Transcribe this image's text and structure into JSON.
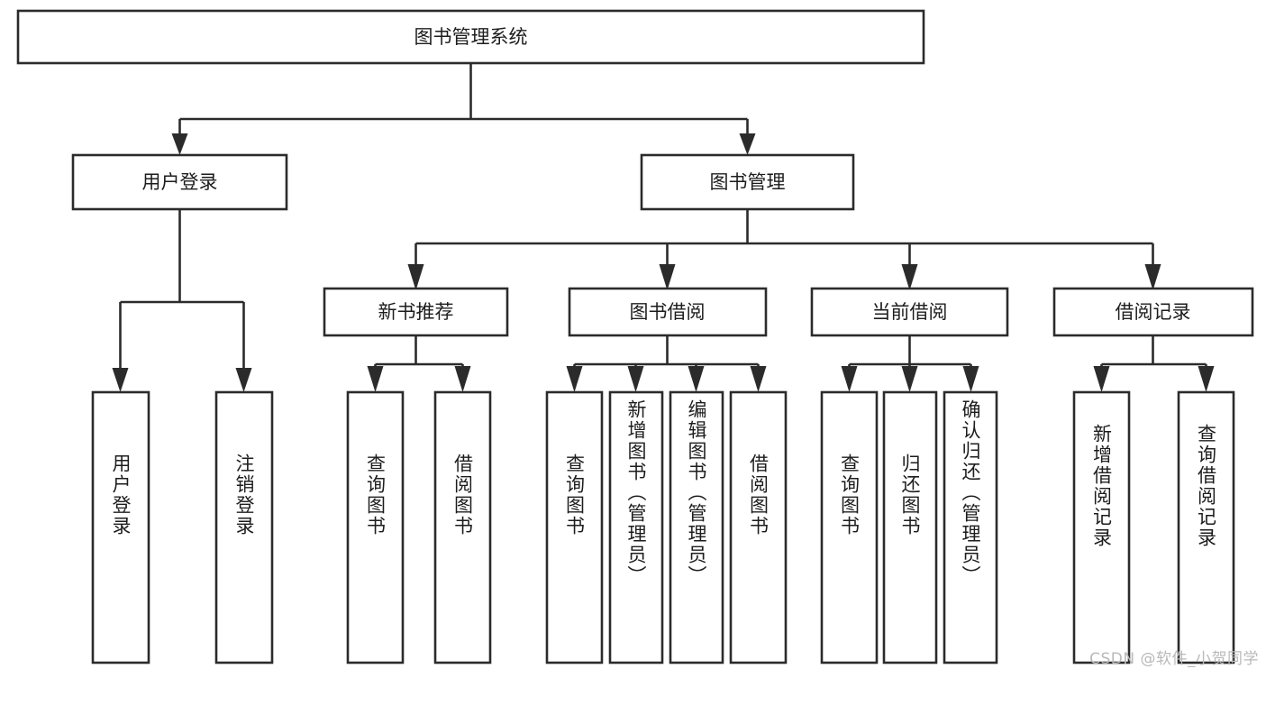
{
  "diagram": {
    "title": "图书管理系统",
    "root": {
      "id": "root",
      "label": "图书管理系统",
      "level": 0
    },
    "level1": [
      {
        "id": "user-login",
        "label": "用户登录"
      },
      {
        "id": "book-manage",
        "label": "图书管理"
      }
    ],
    "level2": [
      {
        "id": "new-book-recommend",
        "label": "新书推荐",
        "parent": "book-manage"
      },
      {
        "id": "book-borrow",
        "label": "图书借阅",
        "parent": "book-manage"
      },
      {
        "id": "current-borrow",
        "label": "当前借阅",
        "parent": "book-manage"
      },
      {
        "id": "borrow-record",
        "label": "借阅记录",
        "parent": "book-manage"
      }
    ],
    "leaves": [
      {
        "id": "leaf-user-login",
        "label": "用户登录",
        "parent": "user-login"
      },
      {
        "id": "leaf-logout",
        "label": "注销登录",
        "parent": "user-login"
      },
      {
        "id": "leaf-query-book-1",
        "label": "查询图书",
        "parent": "new-book-recommend"
      },
      {
        "id": "leaf-borrow-book-1",
        "label": "借阅图书",
        "parent": "new-book-recommend"
      },
      {
        "id": "leaf-query-book-2",
        "label": "查询图书",
        "parent": "book-borrow"
      },
      {
        "id": "leaf-add-book",
        "label": "新增图书（管理员）",
        "parent": "book-borrow"
      },
      {
        "id": "leaf-edit-book",
        "label": "编辑图书（管理员）",
        "parent": "book-borrow"
      },
      {
        "id": "leaf-borrow-book-2",
        "label": "借阅图书",
        "parent": "book-borrow"
      },
      {
        "id": "leaf-query-book-3",
        "label": "查询图书",
        "parent": "current-borrow"
      },
      {
        "id": "leaf-return-book",
        "label": "归还图书",
        "parent": "current-borrow"
      },
      {
        "id": "leaf-confirm-return",
        "label": "确认归还（管理员）",
        "parent": "current-borrow"
      },
      {
        "id": "leaf-add-record",
        "label": "新增借阅记录",
        "parent": "borrow-record"
      },
      {
        "id": "leaf-query-record",
        "label": "查询借阅记录",
        "parent": "borrow-record"
      }
    ],
    "colors": {
      "box_stroke": "#2b2b2b",
      "box_fill": "#ffffff",
      "text": "#1d1d1d",
      "background": "#ffffff",
      "watermark": "#b9b9b9"
    }
  },
  "watermark": {
    "text": "CSDN @软件_小贺同学"
  }
}
